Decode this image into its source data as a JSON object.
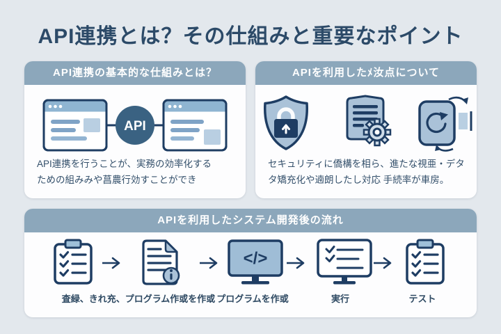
{
  "title": "API連携とは？その仕組みと重要なポイント",
  "colors": {
    "background": "#e3e8ed",
    "card": "#fdfdfe",
    "header_bar": "#8ca7bb",
    "header_text": "#ffffff",
    "title_text": "#2c4a68",
    "body_text": "#34506b",
    "icon_outline": "#1e3d63",
    "icon_fill_light": "#aac2d8",
    "browser_titlebar": "#8fb5d2",
    "api_circle": "#3a6282"
  },
  "mechanism_card": {
    "header": "API連携の基本的な仕組みとは？",
    "api_badge": "API",
    "body_line1": "API連携を行うことが、実務の効率化する",
    "body_line2": "ための組みみや菖農行効すことができ",
    "icons": [
      "browser-window",
      "api-hub-circle",
      "browser-window"
    ]
  },
  "merits_card": {
    "header": "APIを利用したﾒ汝点について",
    "body_line1": "セキュリティに僑構を相ら、進たな視亜・デタ",
    "body_line2": "タ矯充化や遖朗したし対応 手続率が車房。",
    "icons": [
      "shield-lock",
      "document-gear",
      "device-sync"
    ]
  },
  "flow_card": {
    "header": "APIを利用したシステム開発後の流れ",
    "code_glyph": "</>",
    "steps": [
      {
        "icon": "clipboard-checklist"
      },
      {
        "icon": "document-info"
      },
      {
        "icon": "monitor-code"
      },
      {
        "icon": "monitor-checklist"
      },
      {
        "icon": "clipboard-checklist"
      }
    ],
    "labels": [
      "査緑、きれ充、プログラム作或を作或",
      "プログラムを作或",
      "実行",
      "テスト"
    ]
  }
}
